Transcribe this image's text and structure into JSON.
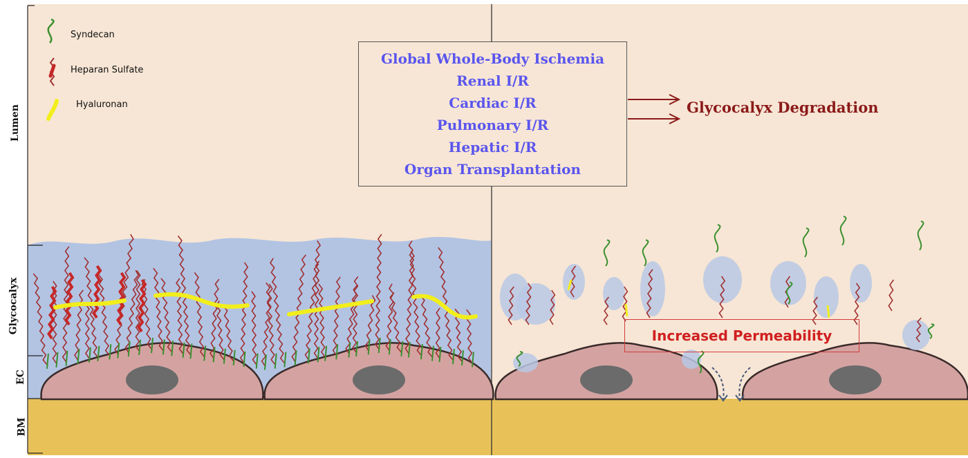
{
  "legend": {
    "syndecan": "Syndecan",
    "heparan_sulfate": "Heparan Sulfate",
    "hyaluronan": "Hyaluronan"
  },
  "layers": {
    "lumen": "Lumen",
    "glycocalyx": "Glycocalyx",
    "ec": "EC",
    "bm": "BM"
  },
  "causes": [
    "Global Whole-Body Ischemia",
    "Renal I/R",
    "Cardiac I/R",
    "Pulmonary I/R",
    "Hepatic I/R",
    "Organ Transplantation"
  ],
  "outcome": "Glycocalyx Degradation",
  "permeability": "Increased Permeability",
  "colors": {
    "background": "#f7e6d5",
    "glycocalyx_layer": "#b3c4e3",
    "basement_membrane": "#e8c259",
    "cell_body": "#d4a3a1",
    "nucleus": "#6b6b6b",
    "syndecan": "#3a8f2e",
    "heparan_sulfate": "#a03030",
    "hyaluronan": "#f2ee1c",
    "cause_text": "#5a55ee",
    "outcome_text": "#8b1a1a",
    "permeability_text": "#d02020"
  }
}
